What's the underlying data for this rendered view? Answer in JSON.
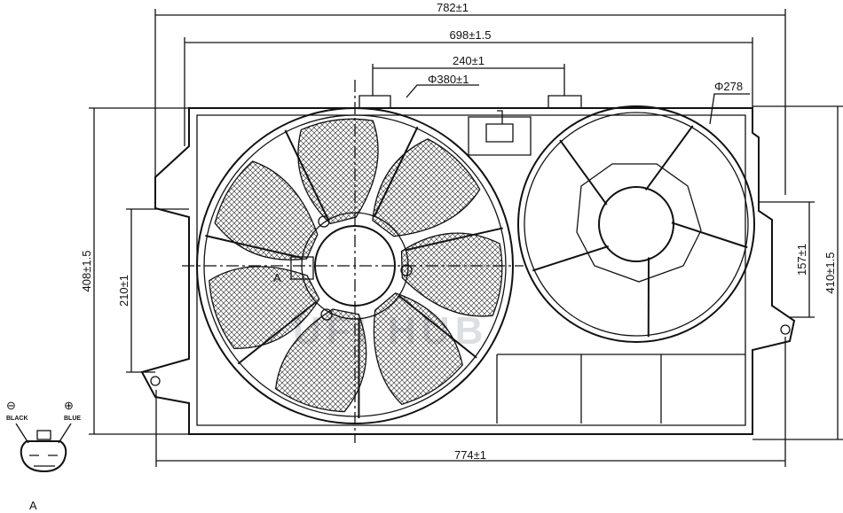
{
  "dimensions": {
    "overall_width": "782±1",
    "shroud_width": "698±1.5",
    "mount_spacing": "240±1",
    "large_fan_diameter": "Φ380±1",
    "small_fan_diameter": "Φ278",
    "left_height": "408±1.5",
    "left_mount_height": "210±1",
    "right_mount_height": "157±1",
    "right_height": "410±1.5",
    "bottom_width": "774±1"
  },
  "section_marker": "A",
  "connector": {
    "title": "A",
    "negative_symbol": "⊖",
    "negative_label": "BLACK",
    "positive_symbol": "⊕",
    "positive_label": "BLUE"
  },
  "watermark": "UFI HUB"
}
